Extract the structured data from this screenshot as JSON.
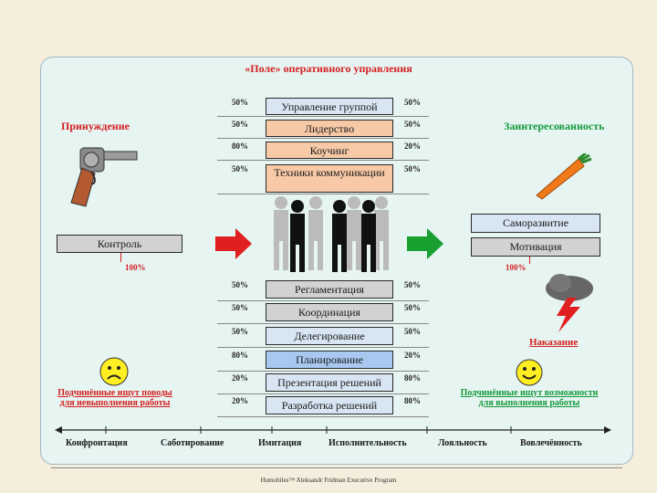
{
  "title": "«Поле» оперативного управления",
  "left_label": "Принуждение",
  "right_label": "Заинтересованность",
  "top_left_boxes": [
    {
      "text": "Управление группой",
      "left_pct": "50%",
      "right_pct": "50%"
    },
    {
      "text": "Лидерство",
      "left_pct": "50%",
      "right_pct": "50%"
    },
    {
      "text": "Коучинг",
      "left_pct": "80%",
      "right_pct": "20%"
    },
    {
      "text": "Техники коммуникации",
      "left_pct": "50%",
      "right_pct": "50%"
    }
  ],
  "left_bar": {
    "text": "Контроль",
    "pct": "100%"
  },
  "right_bars": [
    {
      "text": "Саморазвитие"
    },
    {
      "text": "Мотивация"
    }
  ],
  "right_pct": "100%",
  "bottom_boxes": [
    {
      "text": "Регламентация",
      "left_pct": "50%",
      "right_pct": "50%"
    },
    {
      "text": "Координация",
      "left_pct": "50%",
      "right_pct": "50%"
    },
    {
      "text": "Делегирование",
      "left_pct": "50%",
      "right_pct": "50%"
    },
    {
      "text": "Планирование",
      "left_pct": "80%",
      "right_pct": "20%"
    },
    {
      "text": "Презентация решений",
      "left_pct": "20%",
      "right_pct": "80%"
    },
    {
      "text": "Разработка решений",
      "left_pct": "20%",
      "right_pct": "80%"
    }
  ],
  "punishment": "Наказание",
  "left_caption": [
    "Подчинённые ищут поводы",
    "для невыполнения работы"
  ],
  "right_caption": [
    "Подчинённые ищут возможности",
    "для выполнения работы"
  ],
  "axis": [
    "Конфронтация",
    "Саботирование",
    "Имитация",
    "Исполнительность",
    "Лояльность",
    "Вовлечённость"
  ],
  "footer": "Humobiles™ Aleksandr Fridman Executive Program",
  "colors": {
    "red": "#d42020",
    "green": "#139a3a",
    "arrow_red": "#e02020",
    "arrow_green": "#18a030"
  },
  "icons": [
    "revolver-icon",
    "carrot-icon",
    "people-icon",
    "storm-cloud-icon",
    "sad-face-icon",
    "smiley-face-icon"
  ]
}
